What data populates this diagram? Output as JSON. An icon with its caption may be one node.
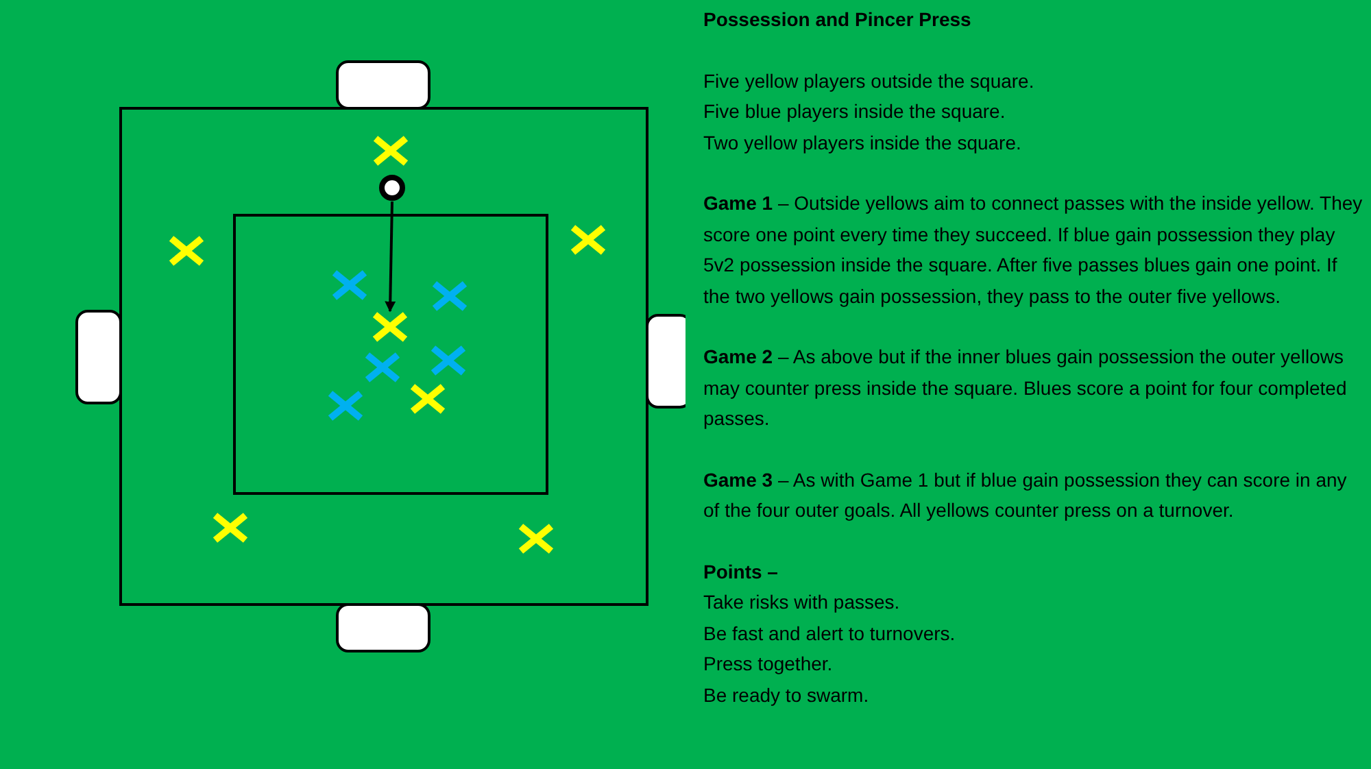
{
  "diagram": {
    "title": "Possession and Pincer Press",
    "nodes": [
      {
        "text": [],
        "shape": "circle"
      },
      {
        "text": [],
        "shape": "cross"
      }
    ],
    "edges": [
      {
        "from": 0,
        "to": 1,
        "arrow": "to"
      }
    ],
    "labels": [
      "Five yellow players outside the square.",
      "Five blue players inside the square.",
      "Two yellow players inside the square.",
      "**Game 1** – Outside yellows aim to connect passes with the inside yellow. They score one point every time they succeed. If blue gain possession they play 5v2 possession inside the square. After five passes blues gain one point. If the two yellows gain possession, they pass to the outer five yellows.",
      "**Game 2** – As above but if the inner blues gain possession the outer yellows may counter press inside the square. Blues score a point for four completed passes.",
      "**Game 3** – As with Game 1 but if blue gain possession they can score in any of the four outer goals. All yellows counter press on a turnover.",
      "Points –",
      "Take risks with passes.",
      "Be fast and alert to turnovers.",
      "Press together.",
      "Be ready to swarm."
    ]
  }
}
